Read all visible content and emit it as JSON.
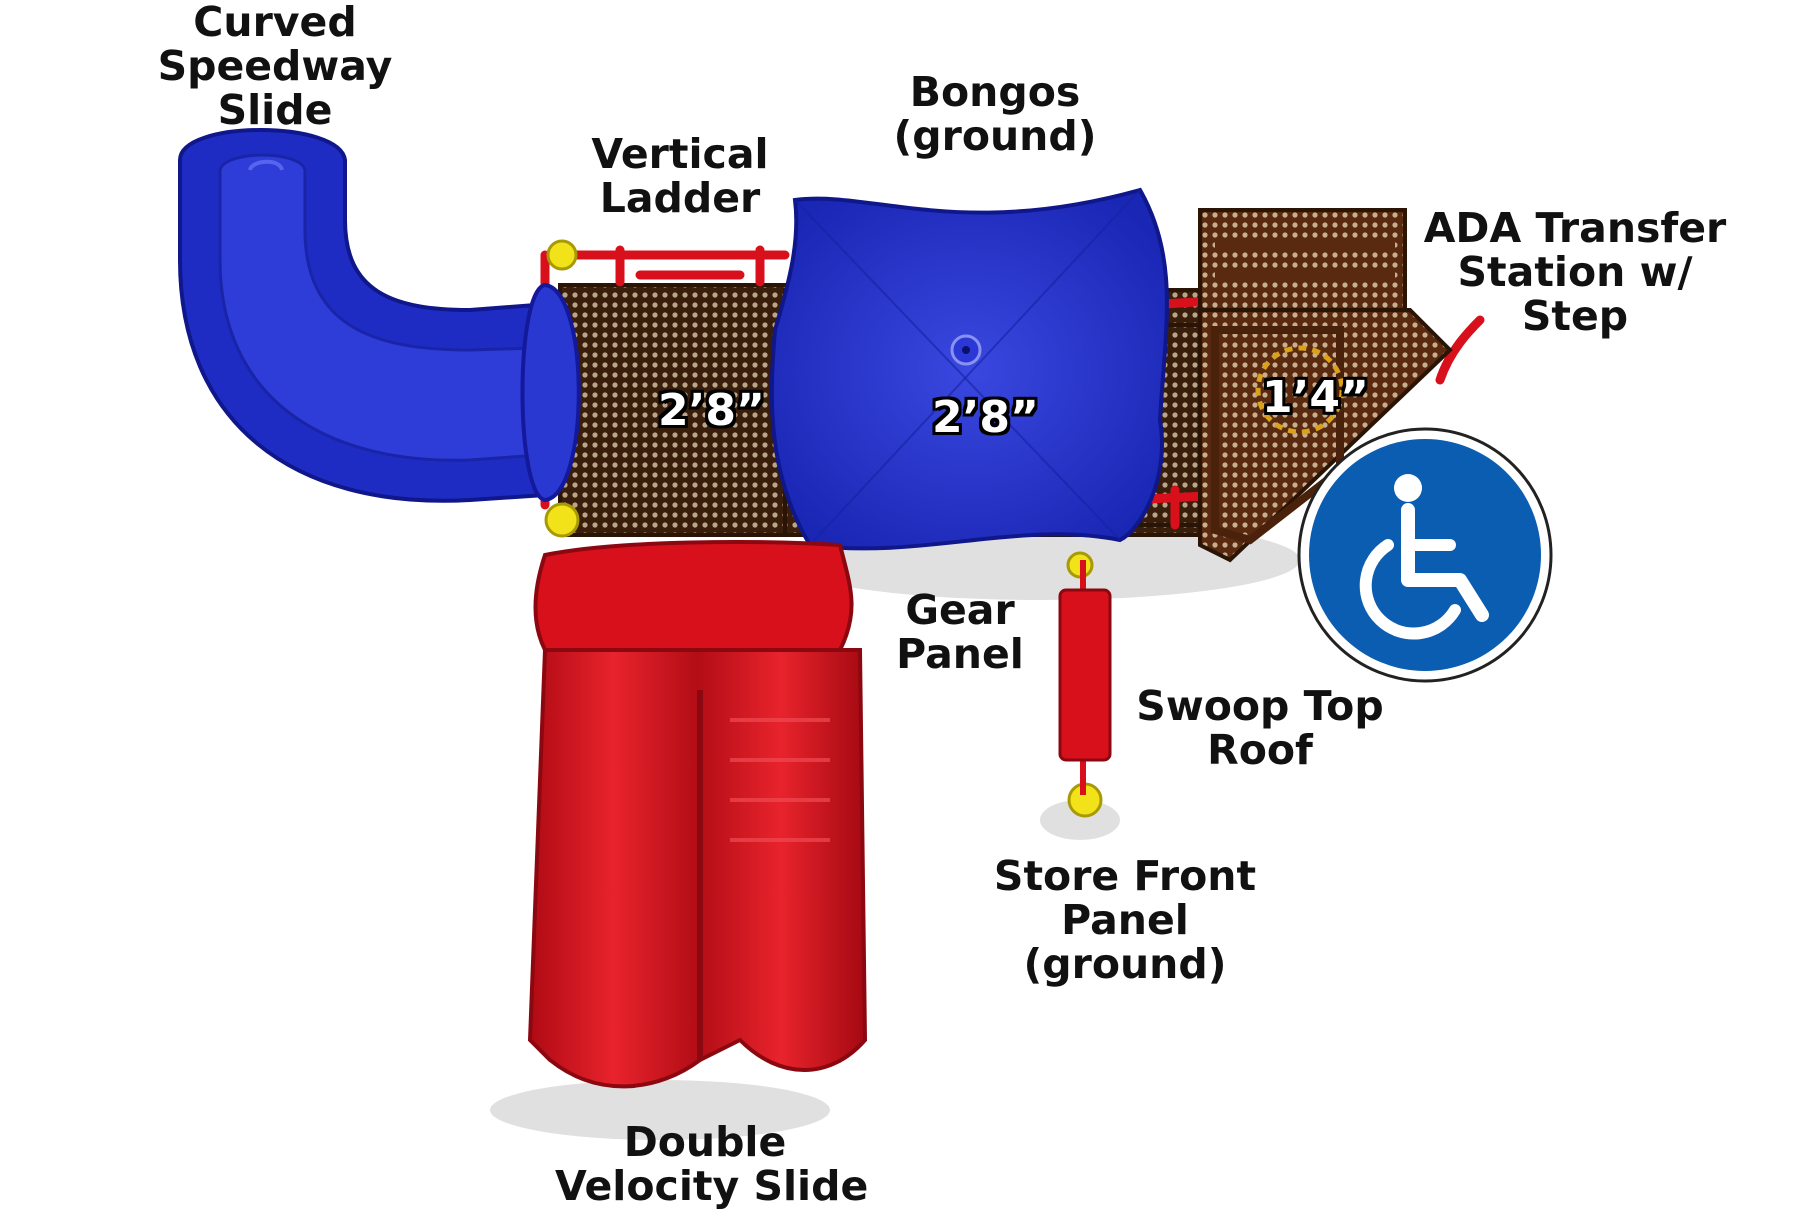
{
  "labels": {
    "curved_slide": [
      "Curved",
      "Speedway",
      "Slide"
    ],
    "vertical_ladder": [
      "Vertical",
      "Ladder"
    ],
    "bongos": [
      "Bongos",
      "(ground)"
    ],
    "ada_station": [
      "ADA Transfer",
      "Station w/",
      "Step"
    ],
    "gear_panel": [
      "Gear",
      "Panel"
    ],
    "swoop_roof": [
      "Swoop Top",
      "Roof"
    ],
    "store_front": [
      "Store Front",
      "Panel",
      "(ground)"
    ],
    "double_slide": [
      "Double",
      "Velocity Slide"
    ]
  },
  "dimensions": {
    "deck_left": "2’8”",
    "deck_center": "2’8”",
    "deck_right": "1’4”"
  },
  "icons": {
    "accessibility": "wheelchair-icon"
  },
  "colors": {
    "blue": "#2230c8",
    "red": "#d8101c",
    "brown": "#5a2a10",
    "yellow": "#f2e21a",
    "ada_blue": "#0a5db0"
  }
}
